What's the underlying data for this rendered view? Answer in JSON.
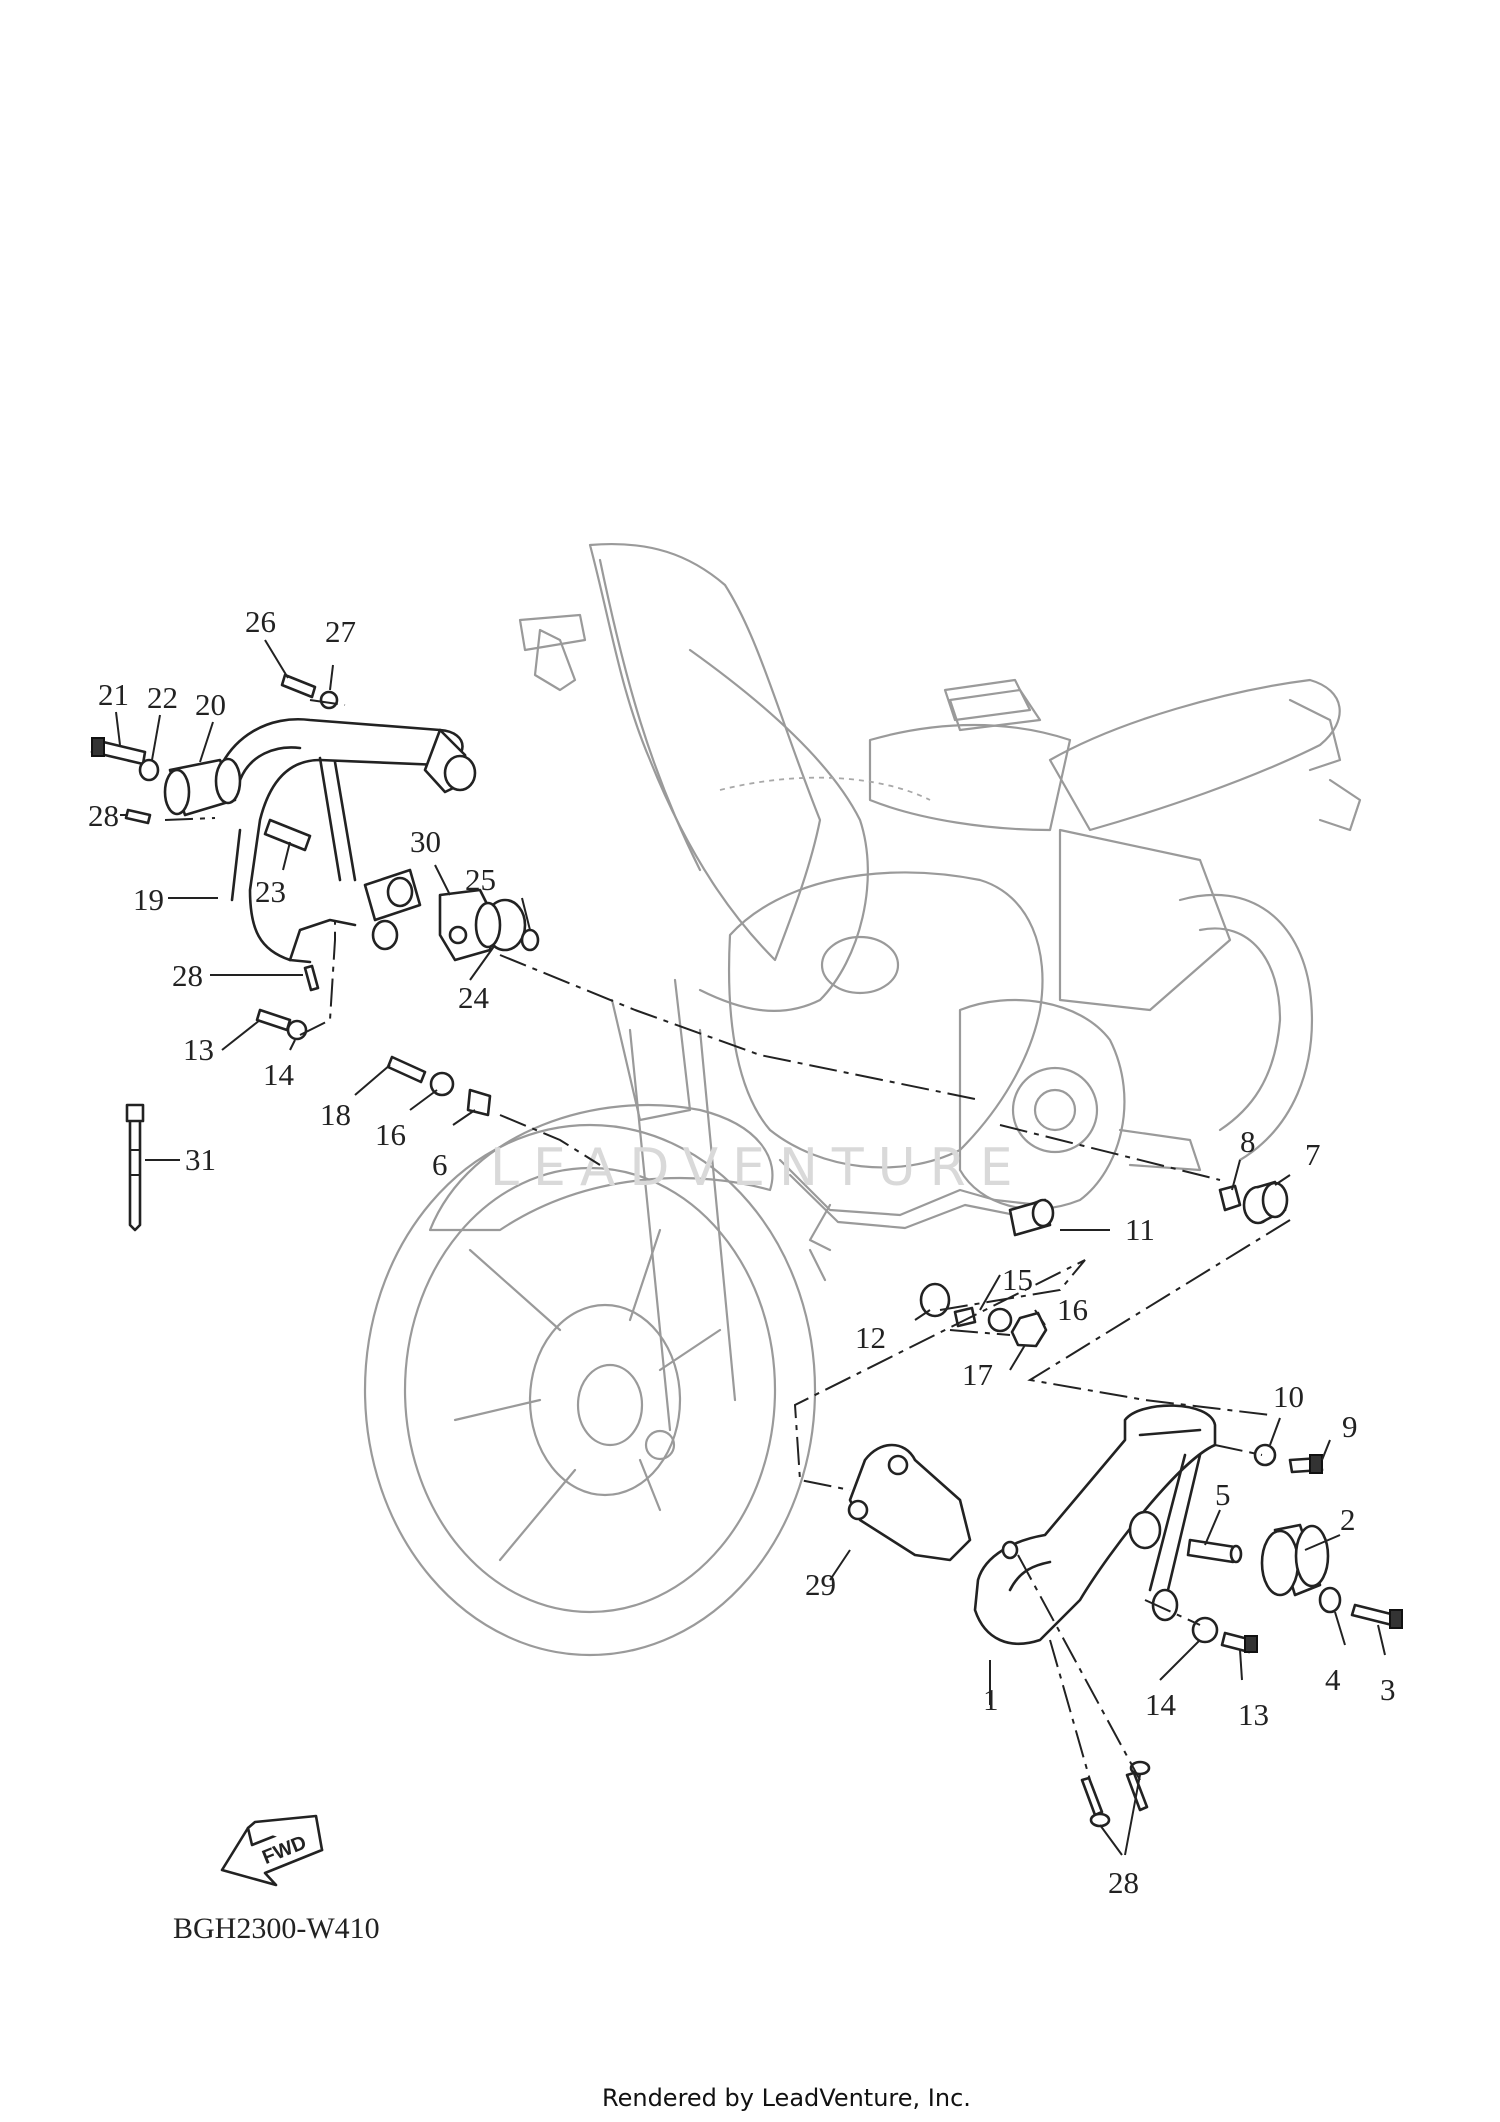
{
  "diagram": {
    "code": "BGH2300-W410",
    "rendered_by": "Rendered by LeadVenture, Inc.",
    "watermark": "LEADVENTURE",
    "fwd_label": "FWD"
  },
  "callouts": {
    "c1": "1",
    "c2": "2",
    "c3": "3",
    "c4": "4",
    "c5": "5",
    "c6": "6",
    "c7": "7",
    "c8": "8",
    "c9": "9",
    "c10": "10",
    "c11": "11",
    "c12": "12",
    "c13a": "13",
    "c13b": "13",
    "c14a": "14",
    "c14b": "14",
    "c15": "15",
    "c16a": "16",
    "c16b": "16",
    "c17": "17",
    "c18": "18",
    "c19": "19",
    "c20": "20",
    "c21": "21",
    "c22": "22",
    "c23": "23",
    "c24": "24",
    "c25": "25",
    "c26": "26",
    "c27": "27",
    "c28a": "28",
    "c28b": "28",
    "c28c": "28",
    "c29": "29",
    "c30": "30",
    "c31": "31"
  }
}
